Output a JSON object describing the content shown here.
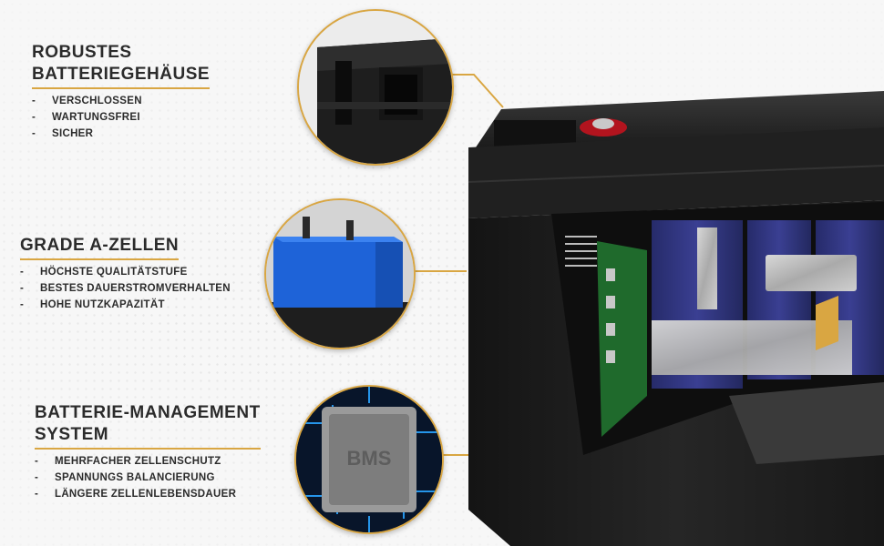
{
  "features": [
    {
      "title_lines": [
        "ROBUSTES",
        "BATTERIEGEHÄUSE"
      ],
      "bullets": [
        "VERSCHLOSSEN",
        "WARTUNGSFREI",
        "SICHER"
      ]
    },
    {
      "title_lines": [
        "GRADE A-ZELLEN"
      ],
      "bullets": [
        "HÖCHSTE QUALITÄTSTUFE",
        "BESTES DAUERSTROMVERHALTEN",
        "HOHE NUTZKAPAZITÄT"
      ]
    },
    {
      "title_lines": [
        "BATTERIE-MANAGEMENT",
        "SYSTEM"
      ],
      "bullets": [
        "MEHRFACHER ZELLENSCHUTZ",
        "SPANNUNGS BALANCIERUNG",
        "LÄNGERE ZELLENLEBENSDAUER"
      ]
    }
  ],
  "bullet_marker": "-",
  "chip_label": "BMS",
  "colors": {
    "accent_gold": "#d9a642",
    "text_dark": "#2b2b2b",
    "case_black": "#1c1c1c",
    "cell_blue": "#1e63d8"
  }
}
